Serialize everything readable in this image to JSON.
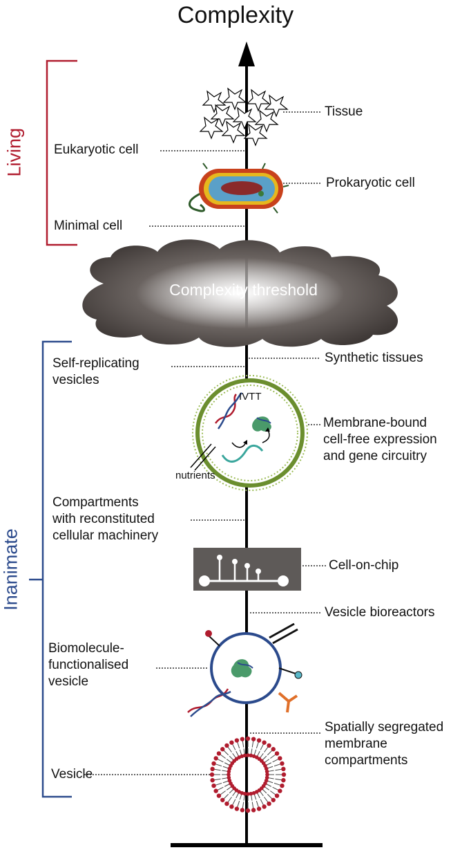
{
  "title": "Complexity",
  "threshold": "Complexity threshold",
  "groups": {
    "living": {
      "label": "Living",
      "color": "#b01c2e"
    },
    "inanimate": {
      "label": "Inanimate",
      "color": "#2b4a8c"
    }
  },
  "labels": {
    "tissue": "Tissue",
    "eukaryotic_cell": "Eukaryotic cell",
    "prokaryotic_cell": "Prokaryotic cell",
    "minimal_cell": "Minimal cell",
    "self_replicating": "Self-replicating\nvesicles",
    "synthetic_tissues": "Synthetic tissues",
    "ivtt": "IVTT",
    "nutrients": "nutrients",
    "membrane_bound": "Membrane-bound\ncell-free expression\nand gene circuitry",
    "compartments": "Compartments\nwith reconstituted\ncellular machinery",
    "cell_on_chip": "Cell-on-chip",
    "vesicle_bioreactors": "Vesicle bioreactors",
    "biomolecule": "Biomolecule-\nfunctionalised\nvesicle",
    "spatially": "Spatially segregated\nmembrane\ncompartments",
    "vesicle": "Vesicle"
  },
  "colors": {
    "axis": "#000000",
    "cloud": "#5a5350",
    "vesicle_ring": "#6b8e2e",
    "chip": "#5e5a58",
    "func_ring": "#2b4a8c",
    "lipid_head": "#b01c2e"
  },
  "icons": [
    "tissue-cells-icon",
    "bacterium-icon",
    "cloud-icon",
    "ivtt-vesicle-icon",
    "dna-icon",
    "protein-icon",
    "chip-icon",
    "functionalised-vesicle-icon",
    "antibody-icon",
    "lipid-vesicle-icon"
  ]
}
